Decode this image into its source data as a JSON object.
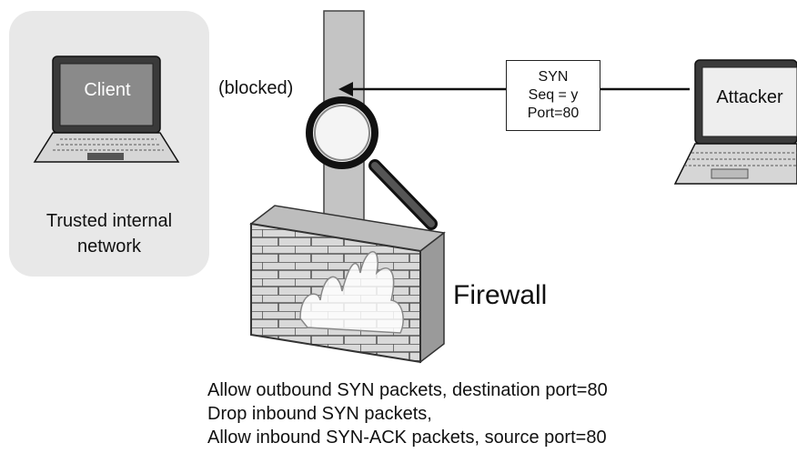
{
  "diagram": {
    "zone_label_line1": "Trusted internal",
    "zone_label_line2": "network",
    "client_label": "Client",
    "attacker_label": "Attacker",
    "blocked_label": "(blocked)",
    "packet": {
      "line1": "SYN",
      "line2": "Seq = y",
      "line3": "Port=80"
    },
    "firewall_label": "Firewall",
    "rules": [
      "Allow outbound SYN packets, destination port=80",
      "Drop inbound SYN packets,",
      "Allow inbound SYN-ACK packets, source port=80"
    ],
    "colors": {
      "zone": "#e8e8e8",
      "pillar": "#c4c4c4",
      "screen": "#8a8a8a",
      "brick": "#d9d9d9"
    }
  }
}
